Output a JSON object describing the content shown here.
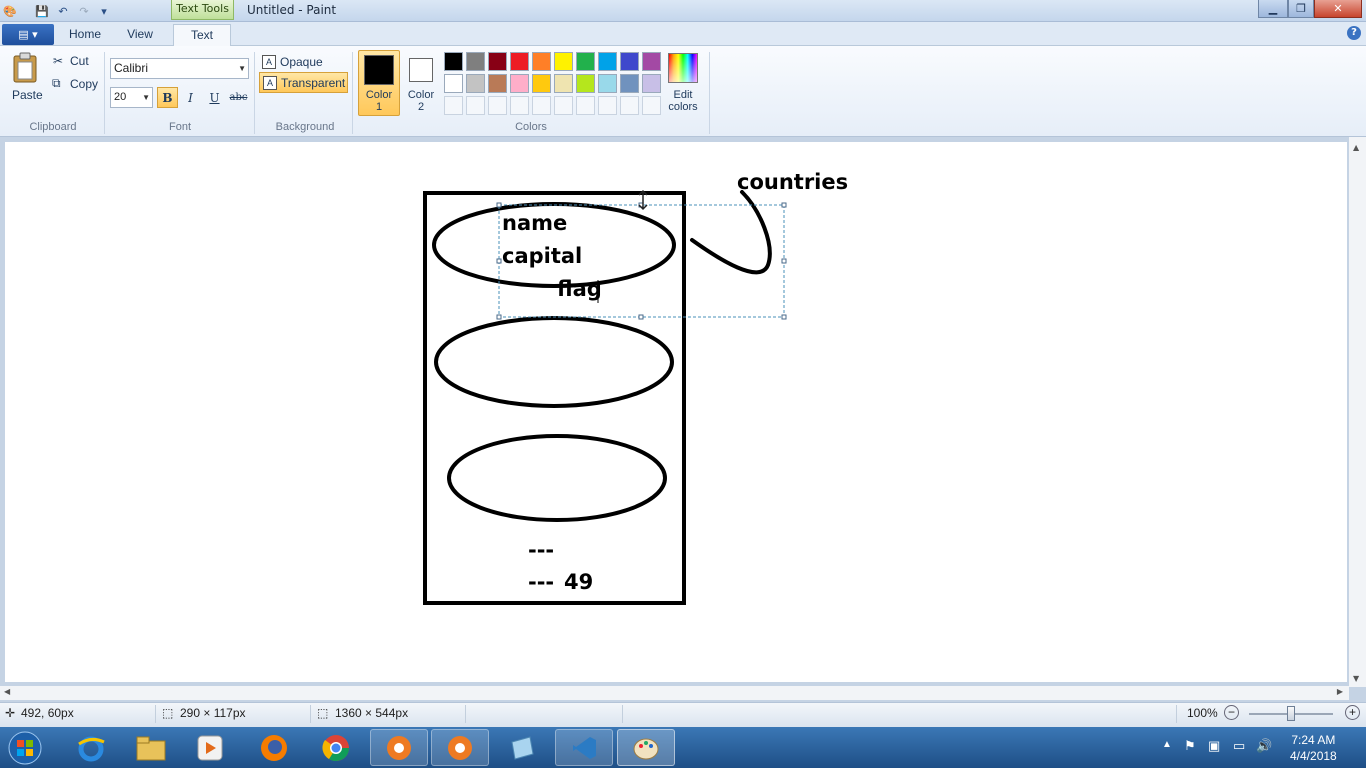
{
  "titlebar": {
    "contextual_tab": "Text Tools",
    "window_title": "Untitled - Paint",
    "buttons": {
      "minimize": "▁",
      "restore": "❐",
      "close": "✕"
    }
  },
  "tabs": {
    "app_menu": "▤ ▾",
    "home": "Home",
    "view": "View",
    "text": "Text",
    "help": "?"
  },
  "ribbon": {
    "clipboard": {
      "paste": "Paste",
      "cut": "Cut",
      "copy": "Copy",
      "group_label": "Clipboard"
    },
    "font": {
      "family": "Calibri",
      "size": "20",
      "bold": "B",
      "italic": "I",
      "underline": "U",
      "strikethrough": "abc",
      "group_label": "Font"
    },
    "background": {
      "opaque": "Opaque",
      "transparent": "Transparent",
      "group_label": "Background"
    },
    "colors": {
      "color1_line1": "Color",
      "color1_line2": "1",
      "color2_line1": "Color",
      "color2_line2": "2",
      "edit_line1": "Edit",
      "edit_line2": "colors",
      "group_label": "Colors",
      "palette_row1": [
        "#000000",
        "#7f7f7f",
        "#880015",
        "#ed1c24",
        "#ff7f27",
        "#fff200",
        "#22b14c",
        "#00a2e8",
        "#3f48cc",
        "#a349a4"
      ],
      "palette_row2": [
        "#ffffff",
        "#c3c3c3",
        "#b97a57",
        "#ffaec9",
        "#ffc90e",
        "#efe4b0",
        "#b5e61d",
        "#99d9ea",
        "#7092be",
        "#c8bfe7"
      ],
      "color1": "#000000",
      "color2": "#ffffff"
    }
  },
  "canvas": {
    "text_name": "name",
    "text_capital": "capital",
    "text_flag": "flag",
    "text_countries": "countries",
    "text_dashes1": "---",
    "text_dashes2": "---",
    "text_49": "49"
  },
  "statusbar": {
    "cursor_pos": "492, 60px",
    "selection_size": "290 × 117px",
    "image_size": "1360 × 544px",
    "zoom": "100%"
  },
  "taskbar": {
    "apps": [
      "start-orb",
      "internet-explorer",
      "file-explorer",
      "media-player",
      "firefox",
      "chrome",
      "app-flower-1",
      "app-flower-2",
      "notepad-like",
      "visual-studio-code",
      "paint"
    ],
    "time": "7:24 AM",
    "date": "4/4/2018"
  }
}
